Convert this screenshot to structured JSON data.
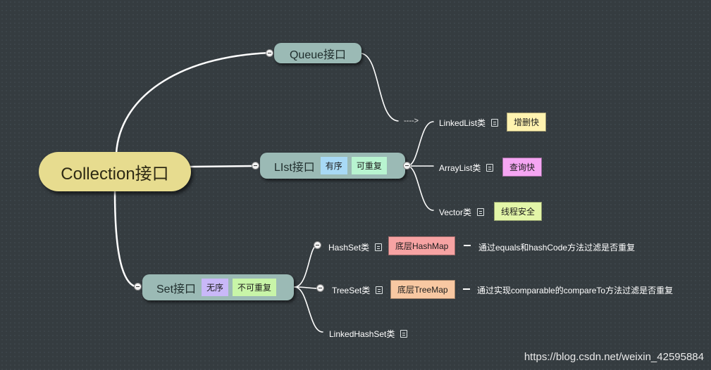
{
  "root": {
    "label": "Collection接口"
  },
  "queue": {
    "label": "Queue接口"
  },
  "list": {
    "label": "LIst接口",
    "tags": [
      "有序",
      "可重复"
    ]
  },
  "set": {
    "label": "Set接口",
    "tags": [
      "无序",
      "不可重复"
    ]
  },
  "linked_arrow": "---->",
  "list_children": [
    {
      "label": "LinkedList类",
      "sticker": "增删快",
      "sticker_color": "#fff3b0"
    },
    {
      "label": "ArrayList类",
      "sticker": "查询快",
      "sticker_color": "#f5a6f3"
    },
    {
      "label": "Vector类",
      "sticker": "线程安全",
      "sticker_color": "#e3f6a8"
    }
  ],
  "set_children": [
    {
      "label": "HashSet类",
      "sticker": "底层HashMap",
      "sticker_color": "#f7a3a3",
      "detail": "通过equals和hashCode方法过滤是否重复"
    },
    {
      "label": "TreeSet类",
      "sticker": "底层TreeMap",
      "sticker_color": "#f8c8a2",
      "detail": "通过实现comparable的compareTo方法过滤是否重复"
    },
    {
      "label": "LinkedHashSet类"
    }
  ],
  "colors": {
    "background": "#353c40",
    "root": "#e7dc8f",
    "branch": "#9bbab5",
    "tag_blue": "#a8d9f5",
    "tag_green": "#b8f4d0",
    "tag_purple": "#c9b8f8",
    "tag_lime": "#c8f5a8"
  },
  "watermark": "https://blog.csdn.net/weixin_42595884"
}
